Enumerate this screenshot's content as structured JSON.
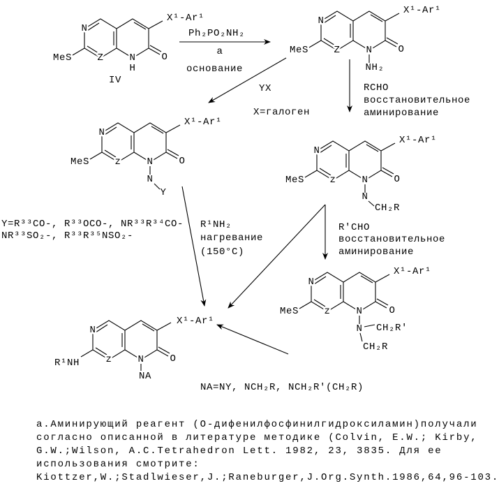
{
  "compounds": {
    "iv": {
      "label": "IV",
      "n": "N",
      "z": "Z",
      "ring_n": "N",
      "h": "H",
      "o": "O",
      "subst": "X¹-Ar¹",
      "left": "MeS"
    },
    "n_amino": {
      "n": "N",
      "z": "Z",
      "ring_n": "N",
      "nh2": "NH₂",
      "o": "O",
      "subst": "X¹-Ar¹",
      "left": "MeS"
    },
    "n_acyl": {
      "n": "N",
      "z": "z",
      "ring_n": "N",
      "sub_n": "N",
      "y": "Y",
      "o": "O",
      "subst": "X¹-Ar¹",
      "left": "MeS"
    },
    "n_alkyl": {
      "n": "N",
      "z": "z",
      "ring_n": "N",
      "sub_n": "N",
      "ch2r": "CH₂R",
      "o": "O",
      "subst": "X¹-Ar¹",
      "left": "MeS"
    },
    "n_dialkyl": {
      "n": "N",
      "z": "z",
      "ring_n": "N",
      "sub_n": "N",
      "ch2r_prime": "CH₂R'",
      "ch2r": "CH₂R",
      "o": "O",
      "subst": "X¹-Ar¹",
      "left": "MeS"
    },
    "product": {
      "n": "N",
      "z": "z",
      "ring_n": "N",
      "na": "NA",
      "o": "O",
      "subst": "X¹-Ar¹",
      "left": "R¹NH"
    }
  },
  "steps": {
    "amination": {
      "reagent": "Ph₂PO₂NH₂",
      "note": "a",
      "base": "основание"
    },
    "acylation": {
      "reagent": "YX",
      "condition": "X=галоген"
    },
    "reductive_1": {
      "reagent": "RCHO",
      "line1": "восстановительное",
      "line2": "аминирование"
    },
    "reductive_2": {
      "reagent": "R'CHO",
      "line1": "восстановительное",
      "line2": "аминирование"
    },
    "displacement": {
      "reagent": "R¹NH₂",
      "line1": "нагревание",
      "line2": "(150°C)"
    }
  },
  "y_definition": [
    "Y=R³³CO-, R³³OCO-, NR³³R³⁴CO-",
    "NR³³SO₂-, R³³R³⁵NSO₂-"
  ],
  "na_definition": "NA=NY, NCH₂R, NCH₂R'(CH₂R)",
  "footnote": [
    "а.Аминирующий реагент (О-дифенилфосфинилгидроксиламин)получали",
    "согласно описанной в литературе методике (Colvin, E.W.; Kirby,",
    "G.W.;Wilson, A.C.Tetrahedron Lett. 1982, 23, 3835. Для ее",
    "использования смотрите:",
    "Kiottzer,W.;Stadlwieser,J.;Raneburger,J.Org.Synth.1986,64,96-103."
  ]
}
